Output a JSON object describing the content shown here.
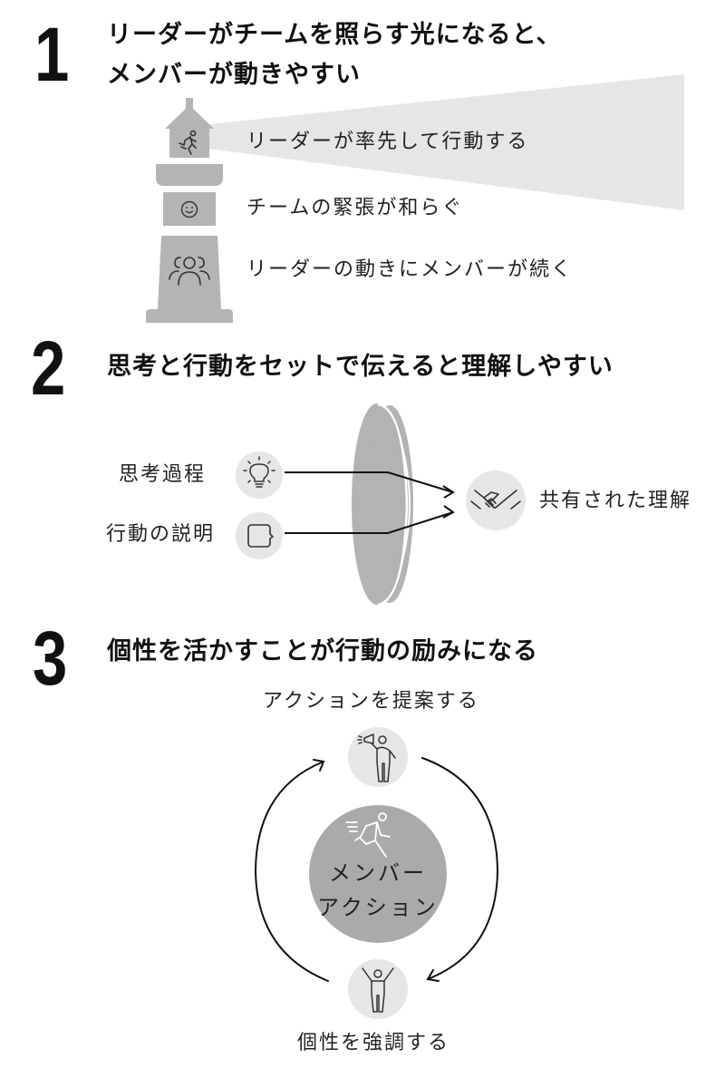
{
  "colors": {
    "text": "#111111",
    "lighthouse_gray": "#b4b4b4",
    "beam_gray": "#e6e6e6",
    "icon_circle_light": "#e6e6e6",
    "lens_gray": "#b3b3b3",
    "center_circle": "#aaaaaa",
    "background": "#ffffff"
  },
  "section1": {
    "number": "1",
    "heading_line1": "リーダーがチームを照らす光になると、",
    "heading_line2": "メンバーが動きやすい",
    "items": [
      {
        "icon": "running-person-icon",
        "label": "リーダーが率先して行動する"
      },
      {
        "icon": "smiley-face-icon",
        "label": "チームの緊張が和らぐ"
      },
      {
        "icon": "group-people-icon",
        "label": "リーダーの動きにメンバーが続く"
      }
    ]
  },
  "section2": {
    "number": "2",
    "heading": "思考と行動をセットで伝えると理解しやすい",
    "inputs": [
      {
        "icon": "lightbulb-icon",
        "label": "思考過程"
      },
      {
        "icon": "speech-bubble-icon",
        "label": "行動の説明"
      }
    ],
    "output": {
      "icon": "handshake-icon",
      "label": "共有された理解"
    }
  },
  "section3": {
    "number": "3",
    "heading": "個性を活かすことが行動の励みになる",
    "top": {
      "icon": "megaphone-person-icon",
      "label": "アクションを提案する"
    },
    "center": {
      "icon": "running-person-icon",
      "line1": "メンバー",
      "line2": "アクション"
    },
    "bottom": {
      "icon": "cheering-person-icon",
      "label": "個性を強調する"
    }
  }
}
